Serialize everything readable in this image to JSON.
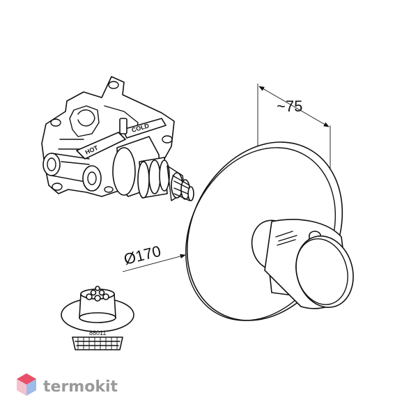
{
  "dimensions": {
    "depth_label": "~75",
    "diameter_label": "Ø170"
  },
  "components": {
    "cartridge_part_number": "88011",
    "valve_body_markings": [
      "HOT",
      "COLD"
    ]
  },
  "watermark": {
    "text": "termokit",
    "brand_color": "#e8506a",
    "accent_color": "#5b8fd8"
  }
}
